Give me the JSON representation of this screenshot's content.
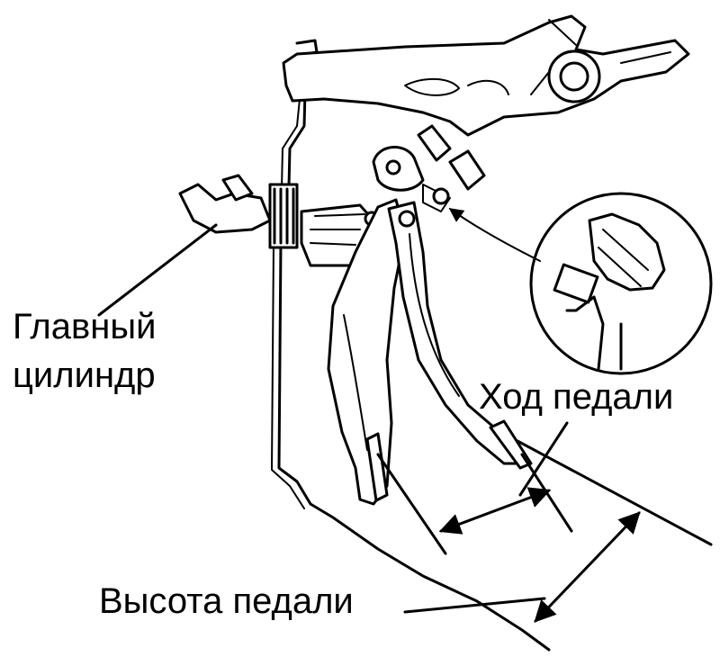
{
  "labels": {
    "master_cylinder_line1": "Главный",
    "master_cylinder_line2": "цилиндр",
    "pedal_travel": "Ход педали",
    "pedal_height": "Высота педали"
  },
  "icons": [
    "pedal-assembly-icon",
    "master-cylinder-icon",
    "switch-detail-icon",
    "arrow-icon"
  ],
  "colors": {
    "ink": "#000000",
    "background": "#ffffff"
  }
}
